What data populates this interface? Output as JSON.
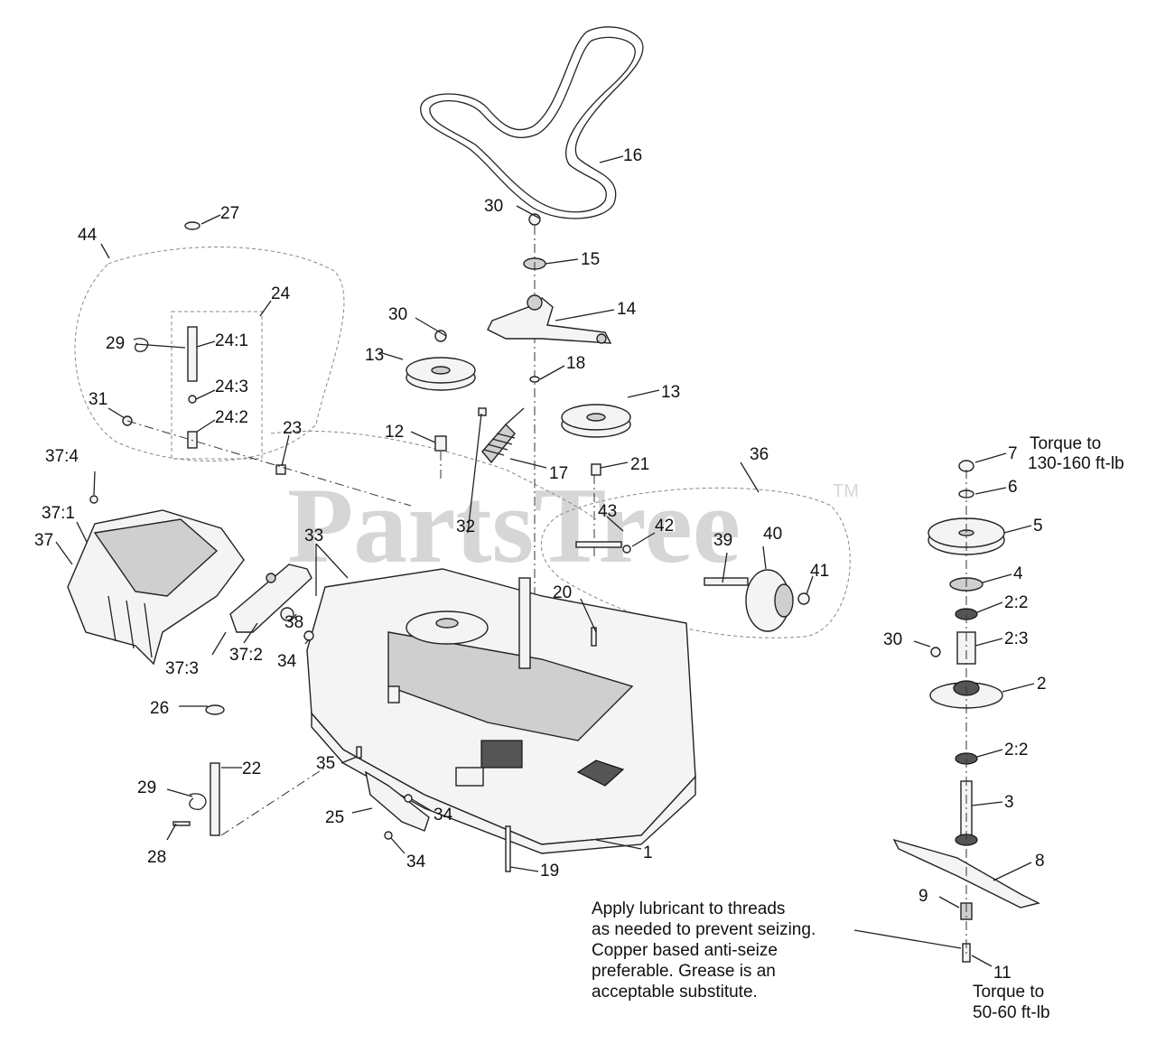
{
  "watermark": {
    "brand": "PartsTree",
    "trademark": "TM"
  },
  "notes": {
    "top_torque": [
      "Torque to",
      "130-160 ft-lb"
    ],
    "bottom_torque": [
      "Torque to",
      "50-60 ft-lb"
    ],
    "lubricant": [
      "Apply lubricant to threads",
      "as needed to prevent seizing.",
      "Copper based anti-seize",
      "preferable. Grease is an",
      "acceptable substitute."
    ]
  },
  "callouts": {
    "c1": "1",
    "c2": "2",
    "c2_2a": "2:2",
    "c2_3": "2:3",
    "c2_2b": "2:2",
    "c3": "3",
    "c4": "4",
    "c5": "5",
    "c6": "6",
    "c7": "7",
    "c8": "8",
    "c9": "9",
    "c11": "11",
    "c12": "12",
    "c13a": "13",
    "c13b": "13",
    "c14": "14",
    "c15": "15",
    "c16": "16",
    "c17": "17",
    "c18": "18",
    "c19": "19",
    "c20": "20",
    "c21": "21",
    "c22": "22",
    "c23": "23",
    "c24": "24",
    "c24_1": "24:1",
    "c24_2": "24:2",
    "c24_3": "24:3",
    "c25": "25",
    "c26": "26",
    "c27": "27",
    "c28": "28",
    "c29a": "29",
    "c29b": "29",
    "c30a": "30",
    "c30b": "30",
    "c30c": "30",
    "c31": "31",
    "c32": "32",
    "c33": "33",
    "c34a": "34",
    "c34b": "34",
    "c34c": "34",
    "c35": "35",
    "c36": "36",
    "c37": "37",
    "c37_1": "37:1",
    "c37_2": "37:2",
    "c37_3": "37:3",
    "c37_4": "37:4",
    "c38": "38",
    "c39": "39",
    "c40": "40",
    "c41": "41",
    "c42": "42",
    "c43": "43",
    "c44": "44"
  }
}
